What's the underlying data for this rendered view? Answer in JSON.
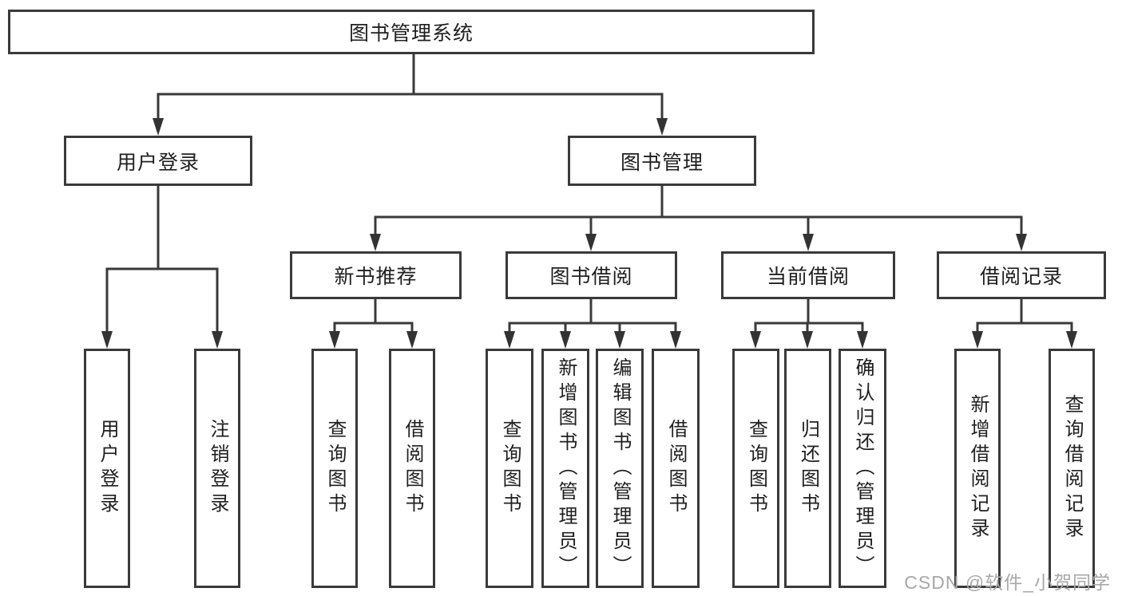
{
  "colors": {
    "line": "#3a3a3a",
    "box_border": "#3a3a3a",
    "text": "#1f1f1f",
    "background": "#ffffff",
    "watermark": "#a8a8a8"
  },
  "watermark": {
    "text": "CSDN @软件_小贺同学"
  },
  "tree": {
    "root": {
      "label": "图书管理系统",
      "children": [
        {
          "label": "用户登录",
          "children": [
            {
              "label": "用户登录"
            },
            {
              "label": "注销登录"
            }
          ]
        },
        {
          "label": "图书管理",
          "children": [
            {
              "label": "新书推荐",
              "children": [
                {
                  "label": "查询图书"
                },
                {
                  "label": "借阅图书"
                }
              ]
            },
            {
              "label": "图书借阅",
              "children": [
                {
                  "label": "查询图书"
                },
                {
                  "label": "新增图书（管理员）"
                },
                {
                  "label": "编辑图书（管理员）"
                },
                {
                  "label": "借阅图书"
                }
              ]
            },
            {
              "label": "当前借阅",
              "children": [
                {
                  "label": "查询图书"
                },
                {
                  "label": "归还图书"
                },
                {
                  "label": "确认归还（管理员）"
                }
              ]
            },
            {
              "label": "借阅记录",
              "children": [
                {
                  "label": "新增借阅记录"
                },
                {
                  "label": "查询借阅记录"
                }
              ]
            }
          ]
        }
      ]
    }
  }
}
